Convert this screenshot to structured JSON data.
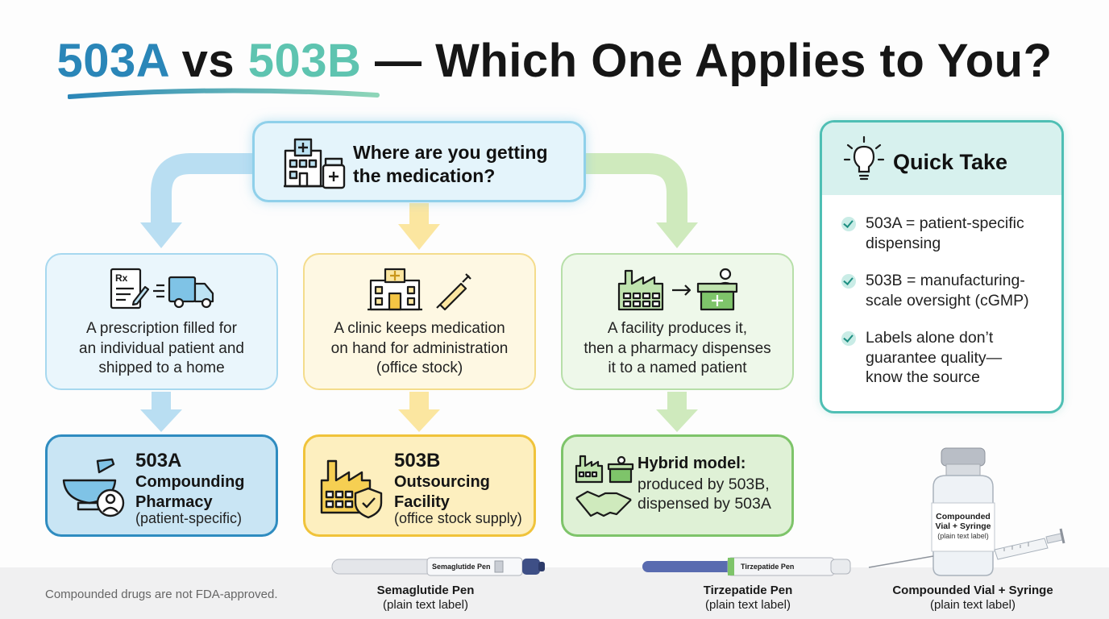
{
  "header": {
    "title_a": "503A",
    "title_vs": " vs ",
    "title_b": "503B",
    "title_rest": " — Which One Applies to You?"
  },
  "question": {
    "line1": "Where are you getting",
    "line2": "the medication?"
  },
  "scenarios": [
    {
      "lines": [
        "A prescription filled for",
        "an individual patient and",
        "shipped to a home"
      ]
    },
    {
      "lines": [
        "A clinic keeps medication",
        "on hand for administration",
        "(office stock)"
      ]
    },
    {
      "lines": [
        "A facility produces it,",
        "then a pharmacy dispenses",
        "it to a named patient"
      ]
    }
  ],
  "results": [
    {
      "title": "503A",
      "name_line1": "Compounding",
      "name_line2": "Pharmacy",
      "note": "(patient-specific)"
    },
    {
      "title": "503B",
      "name_line1": "Outsourcing",
      "name_line2": "Facility",
      "note": "(office stock supply)"
    },
    {
      "title": "Hybrid model:",
      "line1": "produced by 503B,",
      "line2": "dispensed by 503A"
    }
  ],
  "quick_take": {
    "title": "Quick Take",
    "items": [
      {
        "line1": "503A = patient-specific",
        "line2": "dispensing"
      },
      {
        "line1": "503B = manufacturing-",
        "line2": "scale oversight (cGMP)"
      },
      {
        "line1": "Labels alone don’t",
        "line2": "guarantee quality—",
        "line3": "know the source"
      }
    ]
  },
  "products": [
    {
      "pen_label": "Semaglutide Pen",
      "caption_name": "Semaglutide Pen",
      "caption_note": "(plain text label)"
    },
    {
      "pen_label": "Tirzepatide Pen",
      "caption_name": "Tirzepatide Pen",
      "caption_note": "(plain text label)"
    },
    {
      "vial_label1": "Compounded",
      "vial_label2": "Vial + Syringe",
      "vial_label3": "(plain text label)",
      "caption_name": "Compounded Vial + Syringe",
      "caption_note": "(plain text label)"
    }
  ],
  "footer": {
    "disclaimer": "Compounded drugs are not FDA-approved."
  },
  "colors": {
    "blue": "#2a86b8",
    "teal": "#5ec4b0",
    "yellow": "#f0c33a",
    "green": "#7ec46a",
    "quick_border": "#4fbfb4"
  }
}
